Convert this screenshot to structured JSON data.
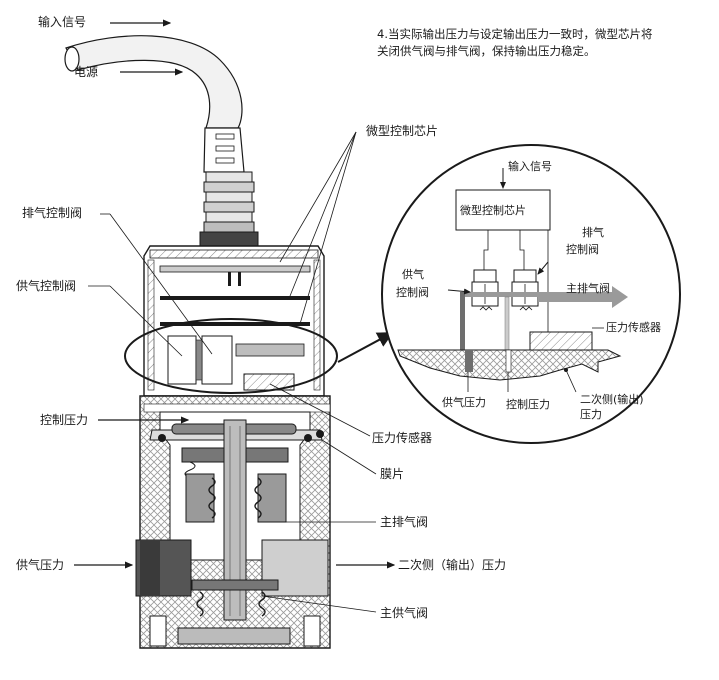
{
  "note": {
    "line1": "4.当实际输出压力与设定输出压力一致时，微型芯片将",
    "line2": "关闭供气阀与排气阀，保持输出压力稳定。"
  },
  "main_labels": {
    "input_signal": "输入信号",
    "power": "电源",
    "micro_chip": "微型控制芯片",
    "exhaust_control_valve": "排气控制阀",
    "supply_control_valve": "供气控制阀",
    "control_pressure": "控制压力",
    "pressure_sensor": "压力传感器",
    "diaphragm": "膜片",
    "main_exhaust_valve": "主排气阀",
    "supply_pressure": "供气压力",
    "secondary_output_pressure": "二次侧（输出）压力",
    "main_supply_valve": "主供气阀"
  },
  "detail_labels": {
    "input_signal": "输入信号",
    "micro_chip": "微型控制芯片",
    "exhaust_line1": "排气",
    "exhaust_line2": "控制阀",
    "supply_line1": "供气",
    "supply_line2": "控制阀",
    "main_exhaust_valve": "主排气阀",
    "pressure_sensor": "压力传感器",
    "supply_pressure": "供气压力",
    "control_pressure": "控制压力",
    "secondary_line1": "二次侧(输出)",
    "secondary_line2": "压力"
  },
  "colors": {
    "line": "#1a1a1a",
    "hatch": "#8a8a8a",
    "dark_gray": "#555555",
    "mid_gray": "#9a9a9a",
    "light_gray": "#d4d4d4",
    "supply_block": "#6e6e6e",
    "output_block": "#cfcfcf"
  }
}
